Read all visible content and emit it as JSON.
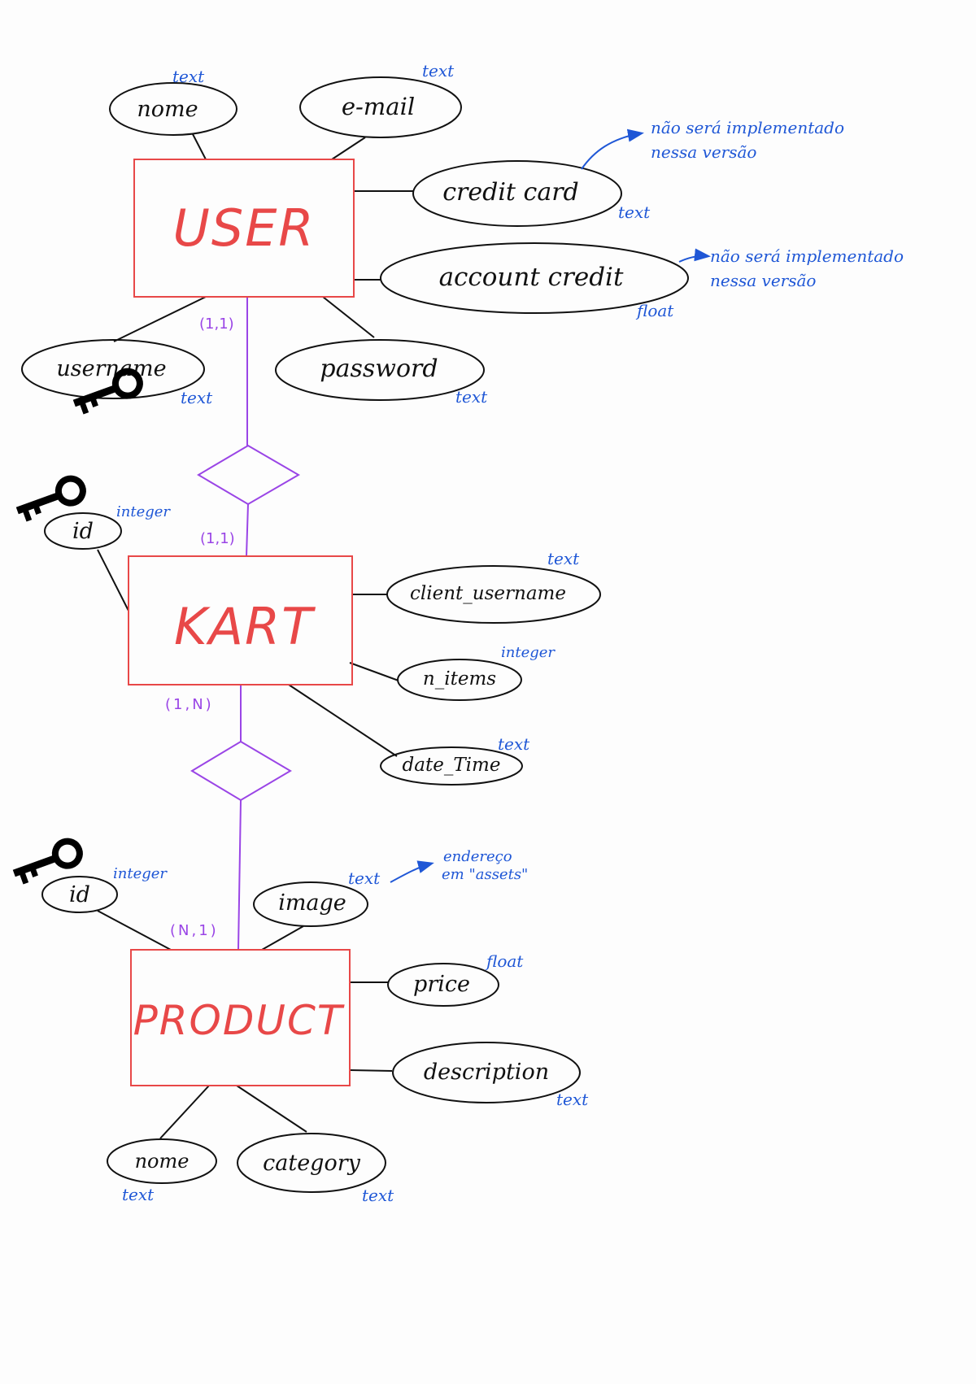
{
  "colors": {
    "entity": "#e84848",
    "relationship": "#9a45e6",
    "annotation": "#1f57d6",
    "ink": "#111111"
  },
  "entities": {
    "user": "USER",
    "kart": "KART",
    "product": "PRODUCT"
  },
  "attributes": {
    "user_nome": "nome",
    "user_email": "e-mail",
    "user_credit_card": "credit card",
    "user_account_credit": "account credit",
    "user_username": "username",
    "user_password": "password",
    "kart_id": "id",
    "kart_client_username": "client_username",
    "kart_n_items": "n_items",
    "kart_date_time": "date_Time",
    "product_id": "id",
    "product_image": "image",
    "product_price": "price",
    "product_description": "description",
    "product_nome": "nome",
    "product_category": "category"
  },
  "types": {
    "user_nome": "text",
    "user_email": "text",
    "user_credit_card": "text",
    "user_account_credit": "float",
    "user_username": "text",
    "user_password": "text",
    "kart_id": "integer",
    "kart_client_username": "text",
    "kart_n_items": "integer",
    "kart_date_time": "text",
    "product_id": "integer",
    "product_image": "text",
    "product_price": "float",
    "product_description": "text",
    "product_nome": "text",
    "product_category": "text"
  },
  "cardinalities": {
    "user_side": "(1,1)",
    "kart_top": "(1,1)",
    "kart_bottom": "(1,N)",
    "product_side": "(N,1)"
  },
  "notes": {
    "credit_card_line1": "não será implementado",
    "credit_card_line2": "nessa versão",
    "account_credit_line1": "não será implementado",
    "account_credit_line2": "nessa versão",
    "image_line1": "endereço",
    "image_line2": "em \"assets\""
  },
  "icons": {
    "primary_key": "key-icon"
  }
}
